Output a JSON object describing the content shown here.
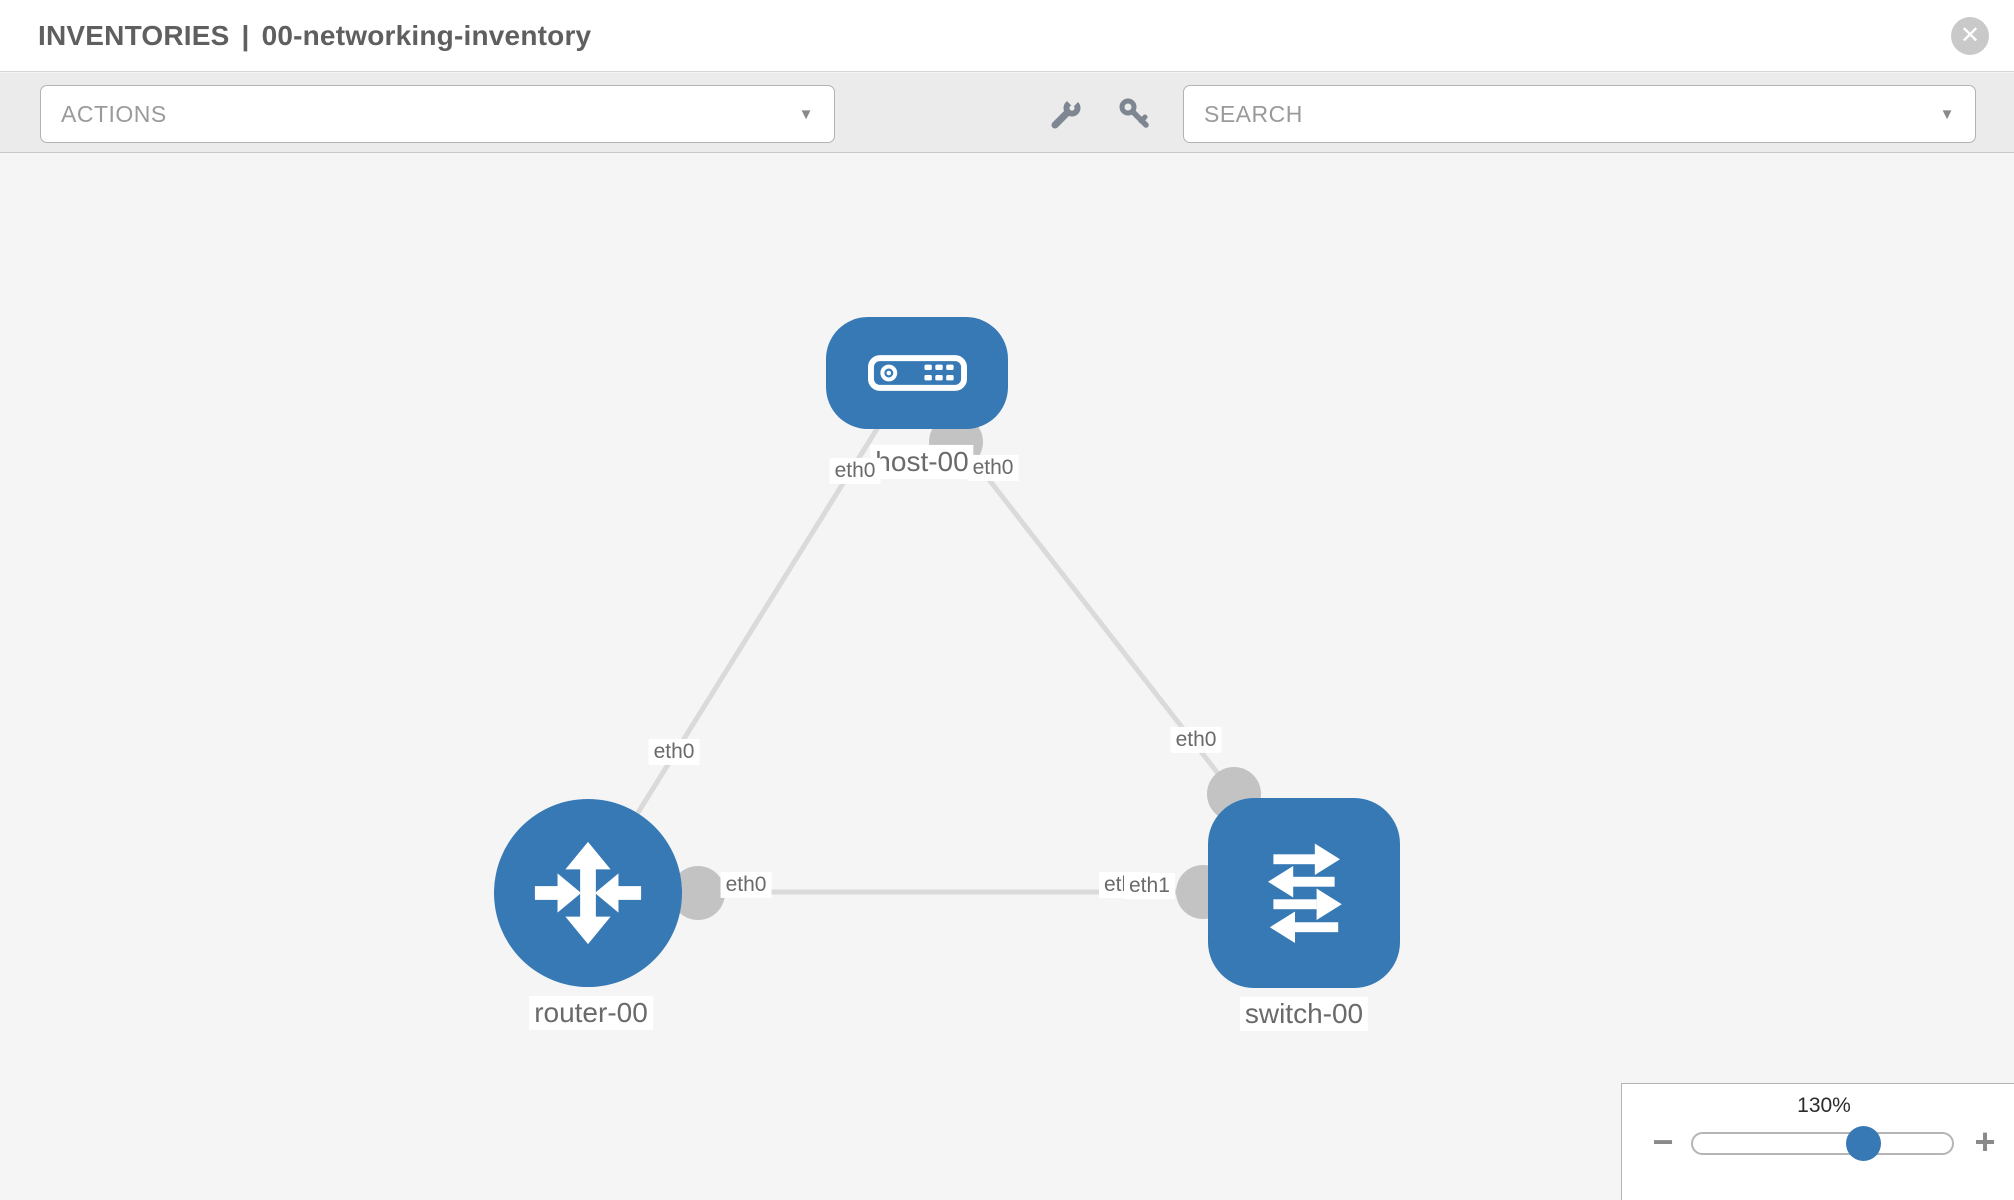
{
  "header": {
    "section": "INVENTORIES",
    "separator": "|",
    "inventory_name": "00-networking-inventory",
    "close_glyph": "✕"
  },
  "toolbar": {
    "actions_label": "ACTIONS",
    "search_label": "SEARCH",
    "caret_glyph": "▼"
  },
  "topology": {
    "nodes": [
      {
        "id": "host-00",
        "label": "host-00",
        "type": "host"
      },
      {
        "id": "router-00",
        "label": "router-00",
        "type": "router"
      },
      {
        "id": "switch-00",
        "label": "switch-00",
        "type": "switch"
      }
    ],
    "links": [
      {
        "from": "host-00",
        "to": "router-00",
        "from_interface": "eth0",
        "to_interface": "eth0"
      },
      {
        "from": "host-00",
        "to": "switch-00",
        "from_interface": "eth0",
        "to_interface": "eth0"
      },
      {
        "from": "router-00",
        "to": "switch-00",
        "from_interface": "eth0",
        "to_interface": "eth1"
      }
    ],
    "if_labels": {
      "host_router_host": "eth0",
      "host_router_router": "eth0",
      "host_switch_host": "eth0",
      "host_switch_switch": "eth0",
      "router_switch_router": "eth0",
      "router_switch_switch_rear": "eth0",
      "router_switch_switch_front": "eth1"
    },
    "colors": {
      "node_fill": "#3679b5",
      "link_stroke": "#dadada",
      "port_fill": "#c3c3c3"
    }
  },
  "zoom_control": {
    "level": "130%",
    "minus_glyph": "−",
    "plus_glyph": "+"
  }
}
